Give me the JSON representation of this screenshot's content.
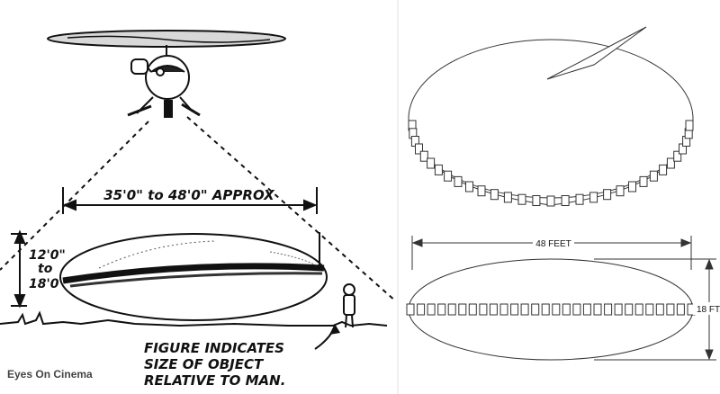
{
  "sketch": {
    "width_label": "35'0\" to 48'0\" APPROX",
    "height_label_line1": "12'0\"",
    "height_label_line2": "to",
    "height_label_line3": "18'0\"",
    "note_line1": "FIGURE INDICATES",
    "note_line2": "SIZE OF OBJECT",
    "note_line3": "RELATIVE TO MAN."
  },
  "technical": {
    "width_label": "48 FEET",
    "height_label": "18 FT."
  },
  "watermark": "Eyes On Cinema"
}
